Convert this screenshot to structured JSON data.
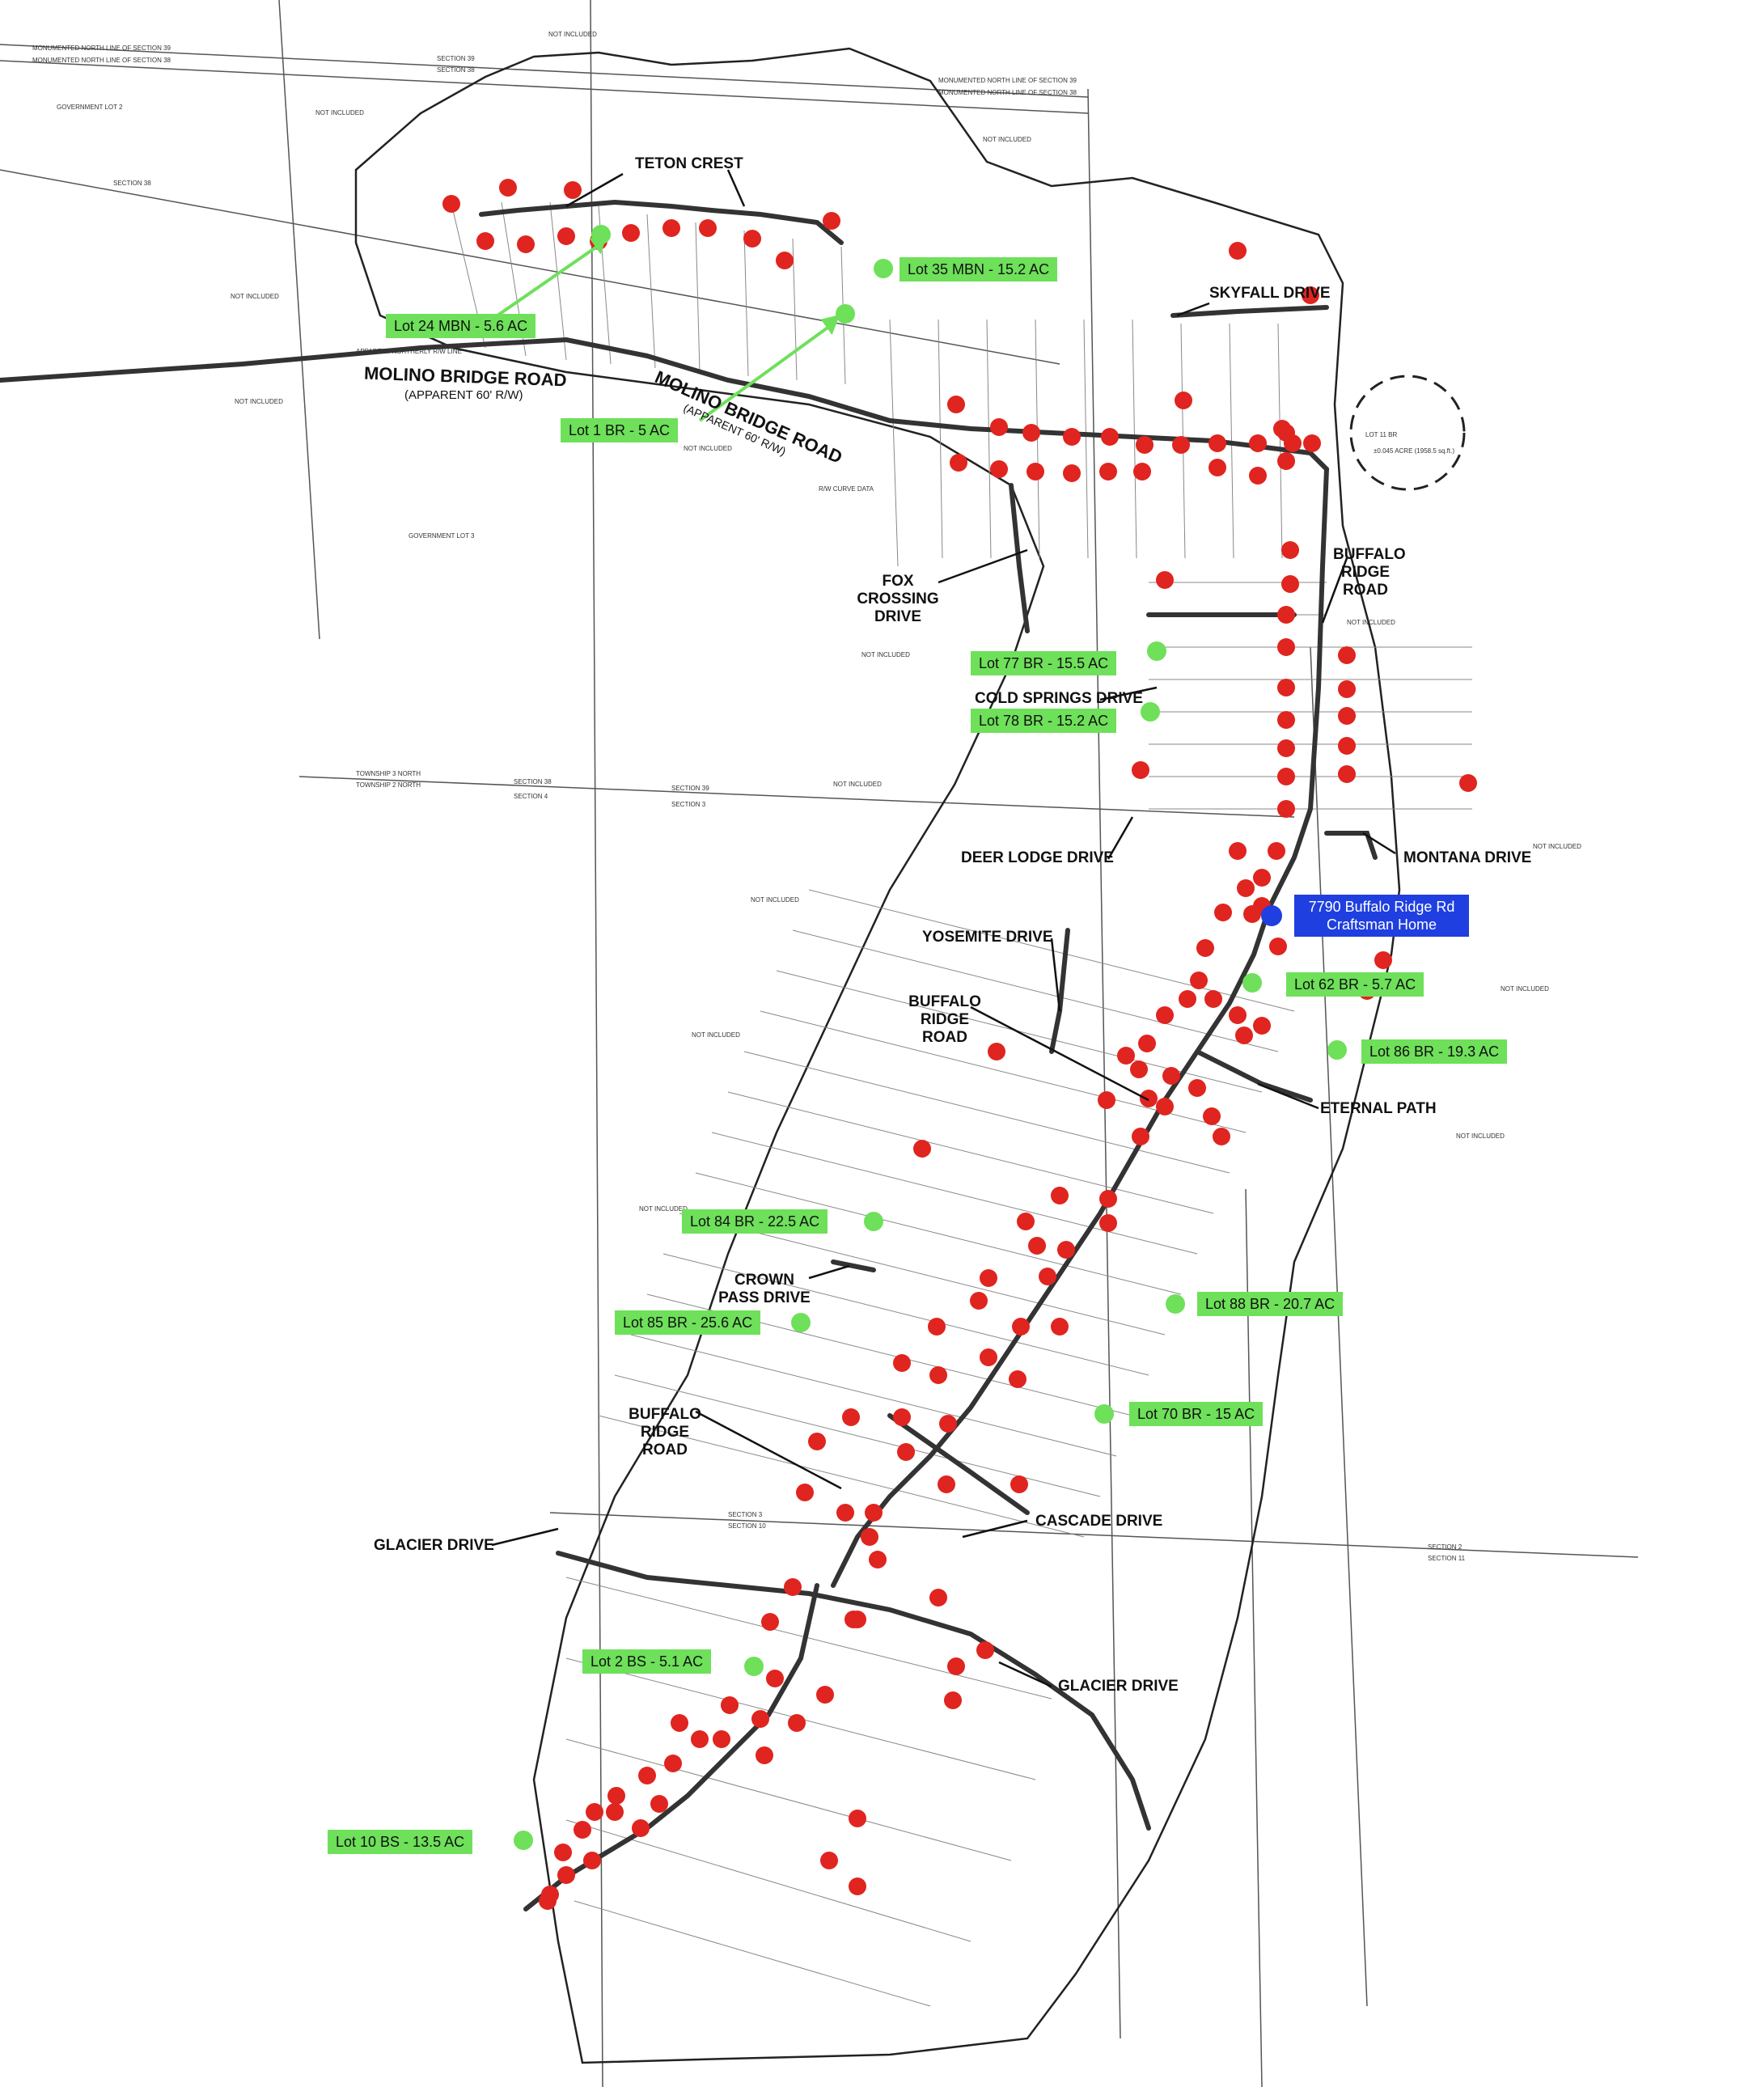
{
  "colors": {
    "sold_lot": "#e0241f",
    "available_lot": "#6ee05a",
    "home": "#1f3fe0",
    "callout_bg": "#6ee05a",
    "home_callout_bg": "#1f3fe0"
  },
  "roads": {
    "teton_crest": "TETON CREST",
    "molino_bridge_road": "MOLINO BRIDGE ROAD",
    "molino_bridge_road_rw": "(APPARENT 60' R/W)",
    "skyfall_drive": "SKYFALL DRIVE",
    "fox_crossing_drive": "FOX CROSSING DRIVE",
    "buffalo_ridge_road": "BUFFALO RIDGE ROAD",
    "cold_springs_drive": "COLD SPRINGS DRIVE",
    "deer_lodge_drive": "DEER LODGE DRIVE",
    "montana_drive": "MONTANA DRIVE",
    "yosemite_drive": "YOSEMITE DRIVE",
    "eternal_path": "ETERNAL PATH",
    "crown_pass_drive": "CROWN PASS DRIVE",
    "cascade_drive": "CASCADE DRIVE",
    "glacier_drive": "GLACIER DRIVE"
  },
  "callouts": [
    "Lot 24 MBN - 5.6 AC",
    "Lot 35 MBN - 15.2 AC",
    "Lot 1 BR - 5 AC",
    "Lot 77 BR - 15.5 AC",
    "Lot 78 BR - 15.2 AC",
    "Lot 62 BR - 5.7 AC",
    "Lot 86 BR - 19.3 AC",
    "Lot 84 BR - 22.5 AC",
    "Lot 88 BR - 20.7 AC",
    "Lot 85 BR - 25.6 AC",
    "Lot 70 BR - 15 AC",
    "Lot 2 BS - 5.1 AC",
    "Lot 10 BS - 13.5 AC"
  ],
  "home_callout": "7790 Buffalo Ridge Rd\nCraftsman Home",
  "small_labels": {
    "not_included": "NOT INCLUDED",
    "section_39": "SECTION 39",
    "section_38": "SECTION 38",
    "section_3": "SECTION 3",
    "section_4": "SECTION 4",
    "section_10": "SECTION 10",
    "section_11": "SECTION 11",
    "section_2": "SECTION 2",
    "township_3n": "TOWNSHIP 3 NORTH",
    "township_2n": "TOWNSHIP 2 NORTH",
    "gov_lot_2": "GOVERNMENT LOT 2",
    "gov_lot_3": "GOVERNMENT LOT 3",
    "monumented_north_39": "MONUMENTED NORTH LINE OF SECTION 39",
    "monumented_north_38": "MONUMENTED NORTH LINE OF SECTION 38",
    "apparent_rw_line": "APPARENT NORTHERLY R/W LINE",
    "lot_11_br": "LOT 11 BR",
    "lot_11_acres": "±0.045 ACRE (1958.5 sq.ft.)",
    "rw_curve_data": "R/W CURVE DATA"
  }
}
